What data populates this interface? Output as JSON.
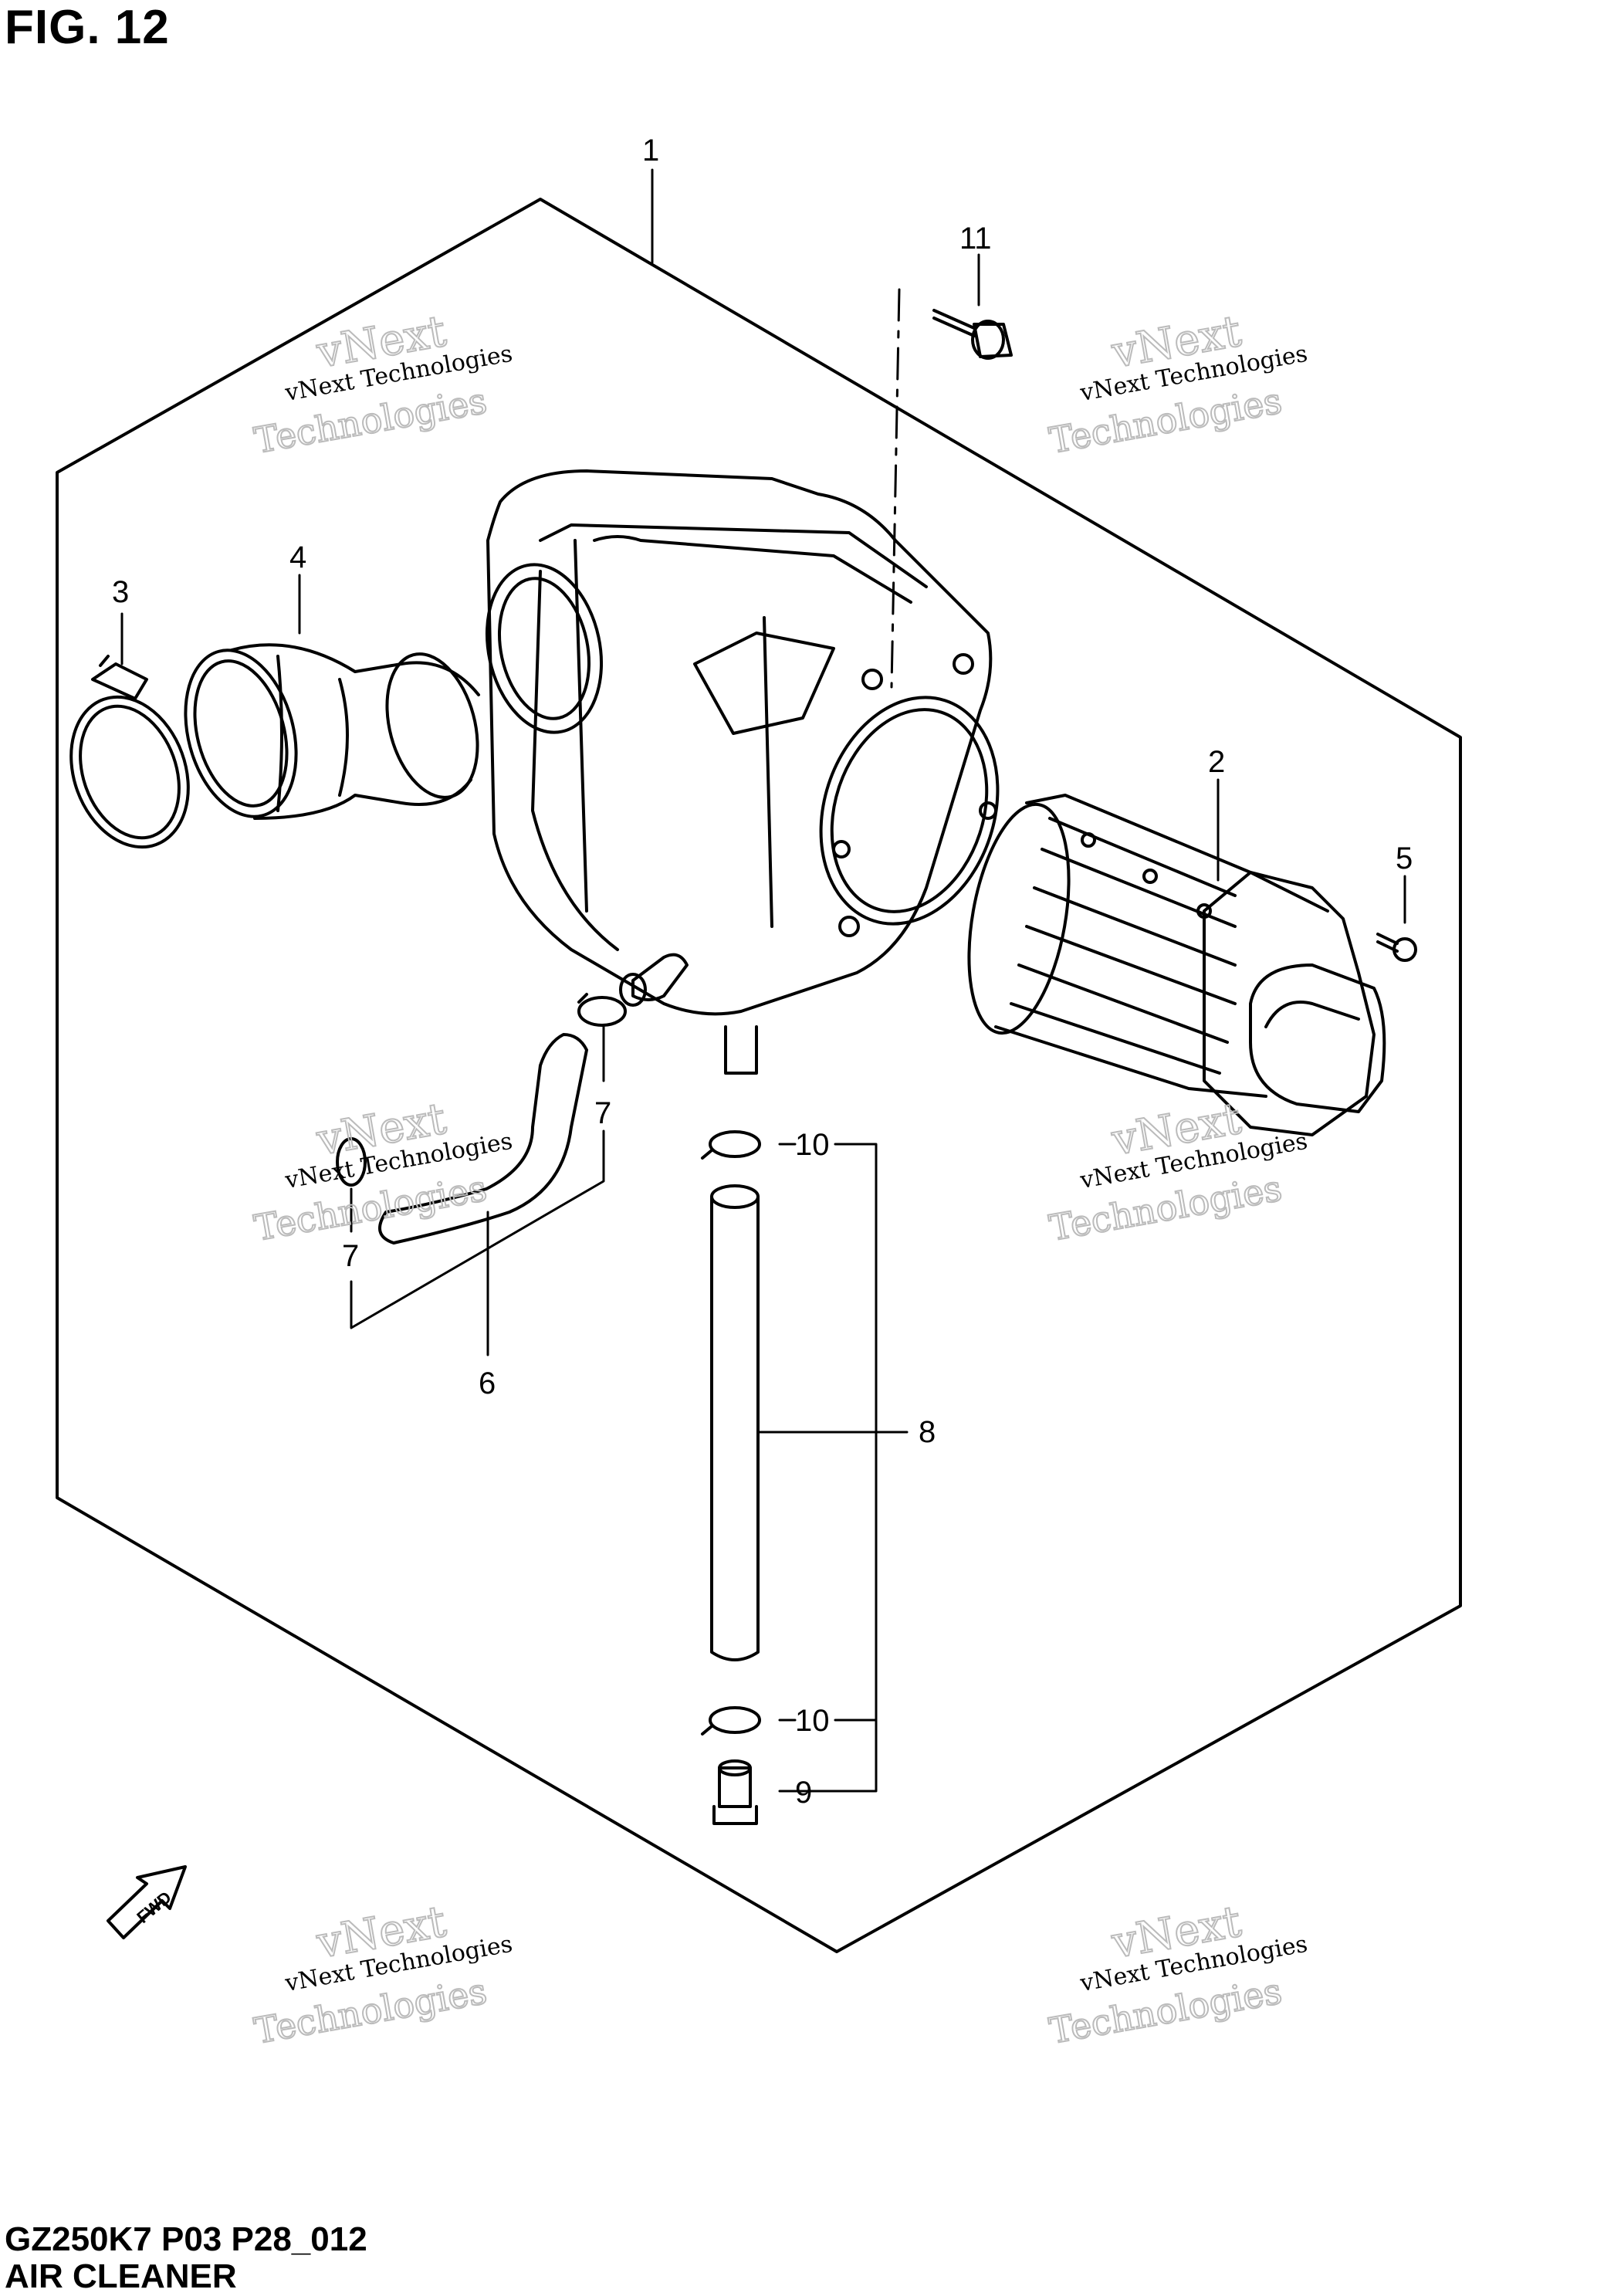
{
  "header": {
    "figure_label": "FIG. 12"
  },
  "footer": {
    "model_code": "GZ250K7 P03 P28_012",
    "section_title": "AIR CLEANER"
  },
  "callouts": [
    {
      "id": "c1",
      "label": "1"
    },
    {
      "id": "c2",
      "label": "2"
    },
    {
      "id": "c3",
      "label": "3"
    },
    {
      "id": "c4",
      "label": "4"
    },
    {
      "id": "c5",
      "label": "5"
    },
    {
      "id": "c6",
      "label": "6"
    },
    {
      "id": "c7a",
      "label": "7"
    },
    {
      "id": "c7b",
      "label": "7"
    },
    {
      "id": "c8",
      "label": "8"
    },
    {
      "id": "c9",
      "label": "9"
    },
    {
      "id": "c10a",
      "label": "10"
    },
    {
      "id": "c10b",
      "label": "10"
    },
    {
      "id": "c11",
      "label": "11"
    }
  ],
  "fwd_label": "FWD",
  "watermark": {
    "line1": "vNext Technologies",
    "line2": "vNext",
    "line3": "Technologies"
  },
  "colors": {
    "ink": "#000000",
    "watermark": "#bbbbbb",
    "background": "#ffffff"
  }
}
